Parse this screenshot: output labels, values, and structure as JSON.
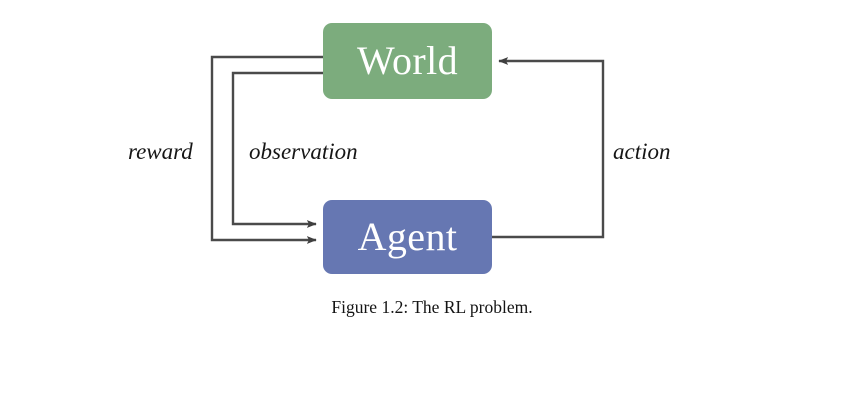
{
  "figure": {
    "caption": "Figure 1.2: The RL problem.",
    "background_color": "#ffffff",
    "line_color": "#444444"
  },
  "nodes": [
    {
      "id": "world",
      "label": "World",
      "color": "#7cac7d",
      "text_color": "#ffffff"
    },
    {
      "id": "agent",
      "label": "Agent",
      "color": "#6677b2",
      "text_color": "#ffffff"
    }
  ],
  "edges": [
    {
      "id": "reward",
      "label": "reward",
      "from": "world",
      "to": "agent",
      "routing": "left-outer"
    },
    {
      "id": "observation",
      "label": "observation",
      "from": "world",
      "to": "agent",
      "routing": "left-inner"
    },
    {
      "id": "action",
      "label": "action",
      "from": "agent",
      "to": "world",
      "routing": "right"
    }
  ]
}
